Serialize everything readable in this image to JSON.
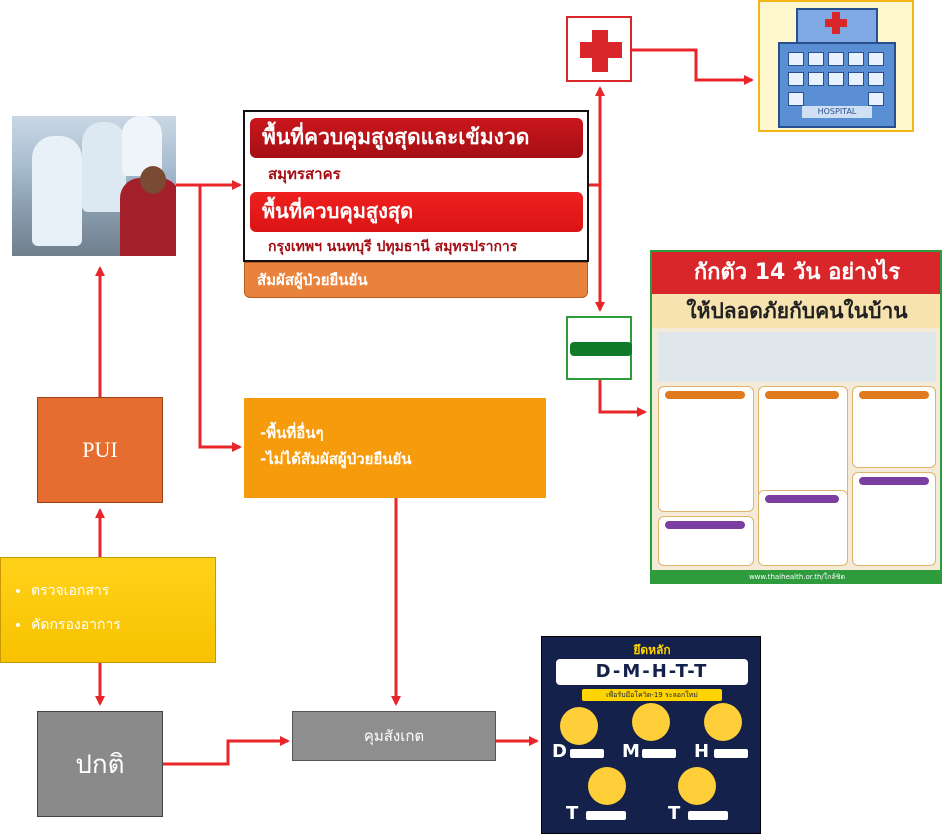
{
  "zones": {
    "highest_strict": "พื้นที่ควบคุมสูงสุดและเข้มงวด",
    "highest_strict_provinces": "สมุทรสาคร",
    "highest": "พื้นที่ควบคุมสูงสุด",
    "highest_provinces": "กรุงเทพฯ นนทบุรี ปทุมธานี สมุทรปราการ",
    "contact_confirmed": "สัมผัสผู้ป่วยยืนยัน"
  },
  "pui": {
    "label": "PUI"
  },
  "other_area": {
    "line1": "-พื้นที่อื่นๆ",
    "line2": "-ไม่ได้สัมผัสผู้ป่วยยืนยัน"
  },
  "screening": {
    "items": [
      "ตรวจเอกสาร",
      "คัดกรองอาการ"
    ]
  },
  "normal": {
    "label": "ปกติ"
  },
  "monitor": {
    "label": "คุมสังเกต"
  },
  "hospital_poster": {
    "sign": "HOSPITAL",
    "icon": "hospital-building-icon"
  },
  "quarantine_poster": {
    "title1": "กักตัว 14 วัน อย่างไร",
    "title2": "ให้ปลอดภัยกับคนในบ้าน",
    "footer": "www.thaihealth.or.th/ใกล้ชิด"
  },
  "dmhtt_poster": {
    "title": "ยึดหลัก",
    "band": "D-M-H-T-T",
    "subtitle": "เพื่อรับมือโควิด-19 ระลอกใหม่",
    "letters": [
      "D",
      "M",
      "H",
      "T",
      "T"
    ]
  },
  "colors": {
    "arrow": "#e8262a",
    "pui": "#e66d30",
    "other_area": "#f59b0c",
    "screening": "#ffd21a",
    "normal": "#8a8a8a",
    "cross": "#d9262a",
    "green_bar": "#0e7a2a"
  }
}
